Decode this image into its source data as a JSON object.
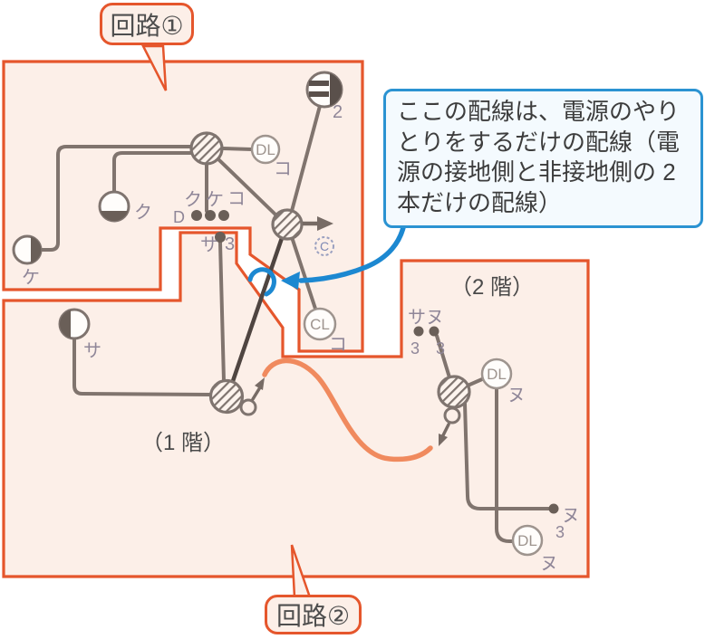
{
  "colors": {
    "region_fill": "#fcefe8",
    "region_border": "#e5562c",
    "wire": "#80746e",
    "power_wire_dark": "#4f4541",
    "annotation_blue": "#1c88d1",
    "annotation_orange": "#f08a5e",
    "label_text": "#8f8698",
    "callout_border": "#2b93d2",
    "callout_fill": "#f4fafe"
  },
  "bubbles": {
    "circuit1": "回路①",
    "circuit2": "回路②"
  },
  "floors": {
    "first": "（1 階）",
    "second": "（2 階）"
  },
  "callout": {
    "lines": [
      "ここの配線は、電源のやり",
      "とりをするだけの配線（電",
      "源の接地側と非接地側の 2",
      "本だけの配線）"
    ]
  },
  "labels": {
    "dl_first": "DL",
    "dl_first_sub": "コ",
    "ceiling_light_num": "2",
    "lamp_ku": "ク",
    "lamp_ke": "ケ",
    "lamp_sa": "サ",
    "switch_d": "D",
    "switch_ku": "ク",
    "switch_ke": "ケ",
    "switch_ko": "コ",
    "switch_sa": "サ",
    "switch_sa_num": "3",
    "outlet_c": "C",
    "cl": "CL",
    "cl_sub": "コ",
    "switch_sanu": "サヌ",
    "switch_sanu_num1": "3",
    "switch_sanu_num2": "3",
    "dl_second": "DL",
    "dl_second_sub": "ヌ",
    "switch_nu": "ヌ",
    "switch_nu_num": "3",
    "dl_second_b": "DL",
    "dl_second_b_sub": "ヌ"
  }
}
